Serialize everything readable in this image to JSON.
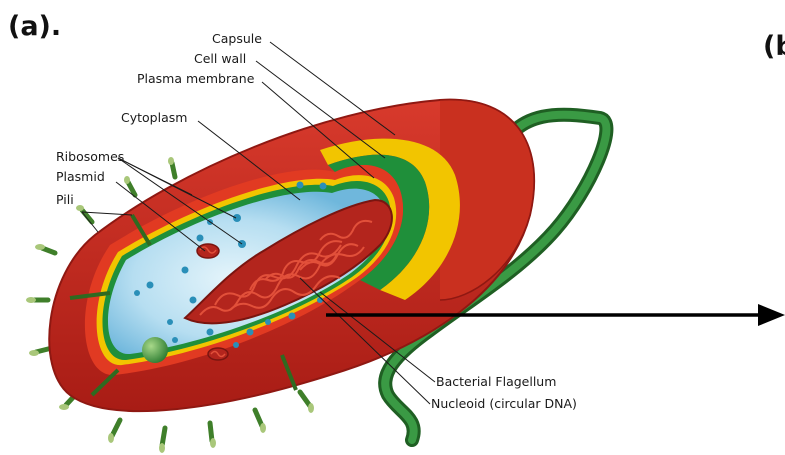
{
  "panel_labels": {
    "a": "(a).",
    "b": "(b"
  },
  "labels": {
    "capsule": "Capsule",
    "cell_wall": "Cell wall",
    "plasma_membrane": "Plasma membrane",
    "cytoplasm": "Cytoplasm",
    "ribosomes": "Ribosomes",
    "plasmid": "Plasmid",
    "pili": "Pili",
    "flagellum": "Bacterial Flagellum",
    "nucleoid": "Nucleoid (circular DNA)"
  },
  "colors": {
    "capsule": "#c8271f",
    "capsule_dark": "#9e1a14",
    "cell_wall": "#f2c500",
    "plasma_membrane": "#1f8f3a",
    "cytoplasm": "#bfe3f3",
    "cytoplasm_deep": "#7cc1e2",
    "nucleoid": "#b3251d",
    "flagellum": "#2e7d32",
    "pili": "#3f7f2a",
    "ribosome": "#2a8fb8"
  }
}
